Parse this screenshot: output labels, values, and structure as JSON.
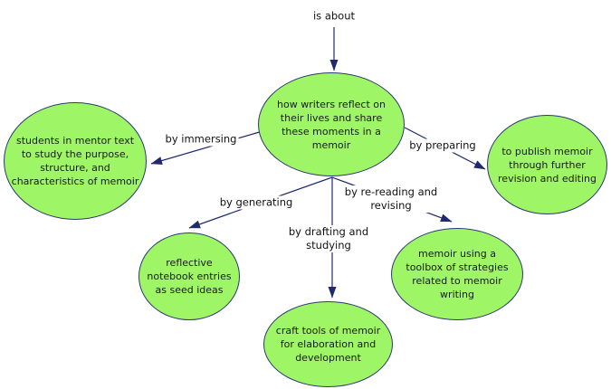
{
  "diagram": {
    "type": "concept-map",
    "colors": {
      "background": "#ffffff",
      "node_fill": "#9ef565",
      "node_border": "#2b3873",
      "arrow": "#1f2a6e",
      "text": "#1a1a1a"
    },
    "nodes": [
      {
        "id": "main",
        "text": "how writers reflect on their lives and share these moments in a memoir"
      },
      {
        "id": "mentor-text",
        "text": "students in mentor text to study the purpose, structure, and characteristics of memoir"
      },
      {
        "id": "publish",
        "text": "to publish memoir through further revision and editing"
      },
      {
        "id": "notebook",
        "text": "reflective notebook entries as seed ideas"
      },
      {
        "id": "craft-tools",
        "text": "craft tools of memoir for elaboration and development"
      },
      {
        "id": "toolbox",
        "text": "memoir using a toolbox of strategies related to memoir writing"
      }
    ],
    "edges": [
      {
        "label": "is about",
        "source": null,
        "target": "main"
      },
      {
        "label": "by immersing",
        "source": "main",
        "target": "mentor-text"
      },
      {
        "label": "by preparing",
        "source": "main",
        "target": "publish"
      },
      {
        "label": "by generating",
        "source": "main",
        "target": "notebook"
      },
      {
        "label": "by drafting and studying",
        "source": "main",
        "target": "craft-tools"
      },
      {
        "label": "by re-reading and revising",
        "source": "main",
        "target": "toolbox"
      }
    ]
  }
}
